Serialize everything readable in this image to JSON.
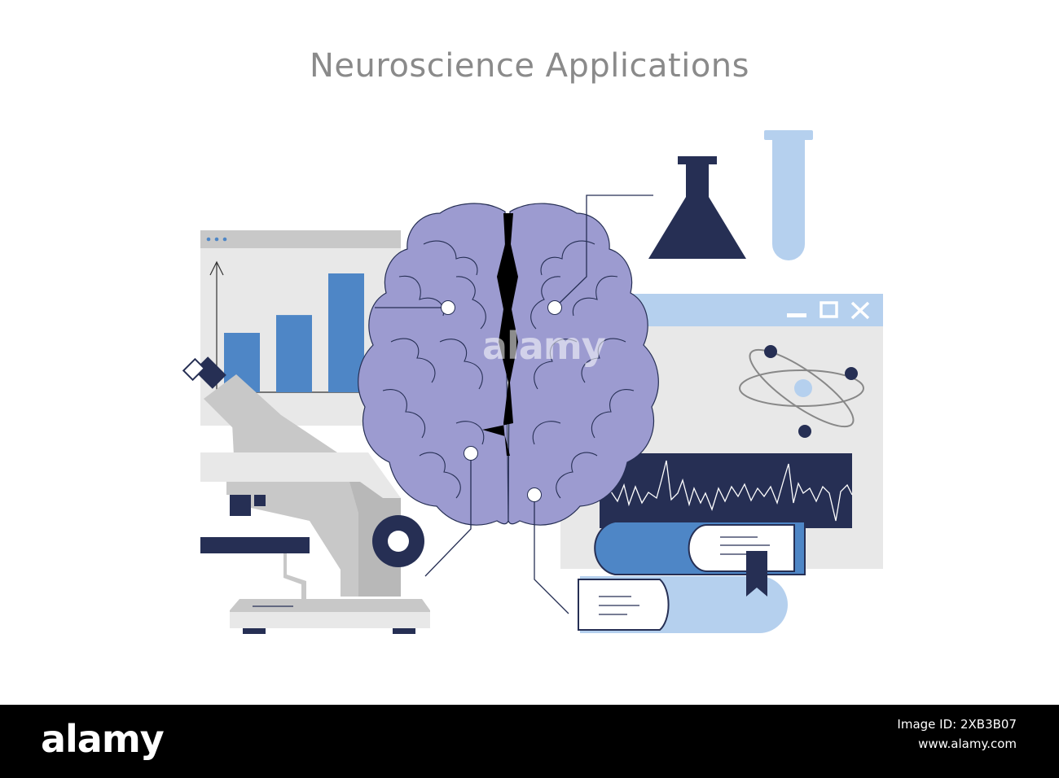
{
  "title": "Neuroscience Applications",
  "footer": {
    "logo": "alamy",
    "image_id_label": "Image ID:",
    "image_id": "2XB3B07",
    "site": "www.alamy.com"
  },
  "watermark": "alamy",
  "colors": {
    "brain": "#9c9bd0",
    "navy": "#262f54",
    "blue": "#4e86c6",
    "light_blue": "#b5d0ee",
    "gray": "#e8e8e8",
    "dark_gray": "#c8c8c8"
  },
  "chart_data": {
    "type": "bar",
    "categories": [
      "",
      "",
      ""
    ],
    "values": [
      1,
      1.3,
      2
    ]
  }
}
